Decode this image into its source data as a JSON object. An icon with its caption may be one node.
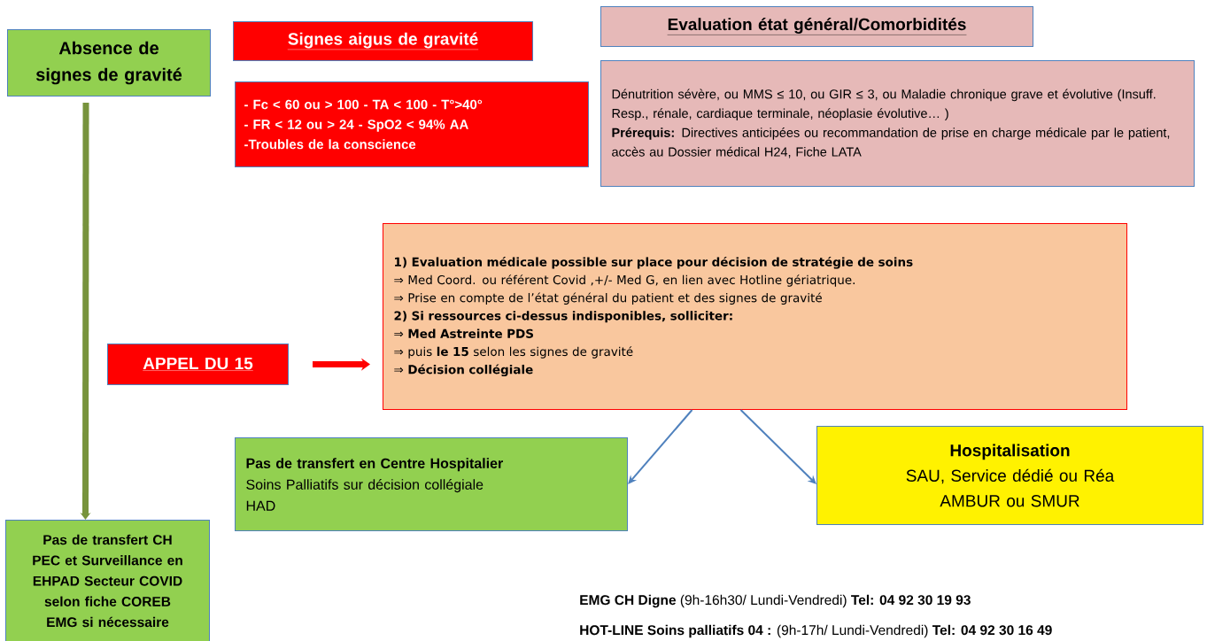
{
  "diagram": {
    "nodes": [
      {
        "text": [
          "Absence de signes de gravité"
        ]
      },
      {
        "text": [
          "Signes aigus de gravité"
        ]
      },
      {
        "text": [
          "- Fc < 60 ou > 100  - TA < 100   - T°>40°",
          "- FR < 12 ou > 24     - SpO2 < 94% AA",
          "-Troubles de la conscience"
        ]
      },
      {
        "text": [
          "Evaluation état général/Comorbidités"
        ]
      },
      {
        "text": [
          "Dénutrition sévère, ou MMS ≤ 10, ou GIR ≤ 3, ou Maladie chronique grave et évolutive (Insuff. Resp., rénale, cardiaque terminale, néoplasie évolutive… )",
          "**Prérequis:** Directives anticipées ou recommandation de prise en charge médicale par le patient, accès au Dossier médical H24, Fiche LATA"
        ]
      },
      {
        "text": [
          "APPEL DU 15"
        ]
      },
      {
        "text": [
          "**1) Evaluation médicale possible sur place pour décision de stratégie de soins**",
          "⇒ Med Coord.  ou référent Covid ,+/- Med G, en lien avec  Hotline gériatrique.",
          "⇒ Prise en compte de l’état général du patient et des signes de gravité",
          "**2) Si ressources ci-dessus indisponibles, solliciter:**",
          "⇒ **Med Astreinte PDS**",
          "⇒ puis **le 15** selon les signes de gravité",
          "⇒ **Décision collégiale**"
        ]
      },
      {
        "text": [
          "**Pas de transfert en Centre Hospitalier**",
          "Soins Palliatifs sur décision collégiale",
          "HAD"
        ]
      },
      {
        "text": [
          "**Hospitalisation**",
          "SAU, Service dédié ou Réa",
          "AMBUR ou SMUR"
        ]
      },
      {
        "text": [
          "Pas de transfert CH",
          "PEC et Surveillance en EHPAD Secteur COVID selon fiche COREB",
          "EMG si nécessaire"
        ]
      }
    ],
    "edges": [
      {
        "from": 0,
        "to": 9,
        "arrow": "to",
        "style": "thick",
        "color": "#77933c"
      },
      {
        "from": 5,
        "to": 6,
        "arrow": "to",
        "style": "thick",
        "color": "#ff0000"
      },
      {
        "from": 6,
        "to": 7,
        "arrow": "to"
      },
      {
        "from": 6,
        "to": 8,
        "arrow": "to"
      }
    ],
    "labels": [
      "**EMG CH Digne** (9h-16h30/ Lundi-Vendredi) **Tel: 04 92 30 19 93**",
      "**HOT-LINE Soins palliatifs 04 :** (9h-17h/ Lundi-Vendredi)  **Tel: 04 92 30 16 49**"
    ]
  }
}
